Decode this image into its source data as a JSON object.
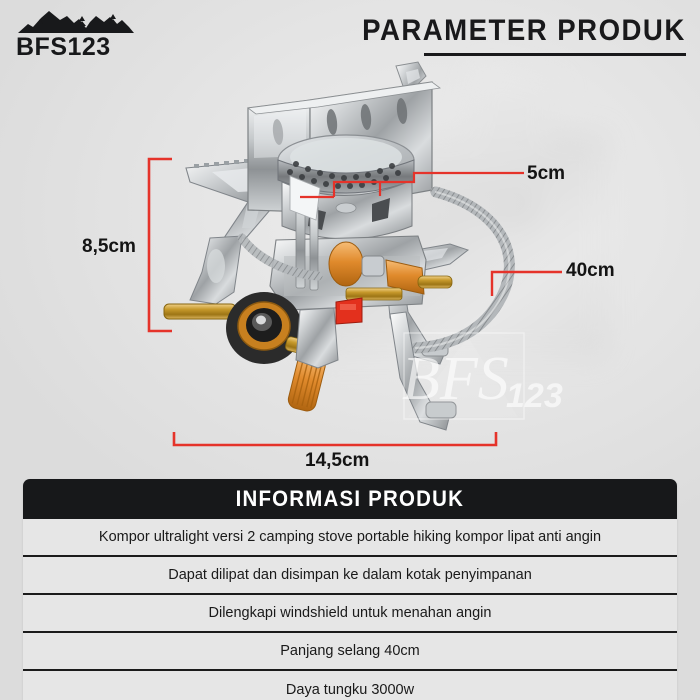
{
  "brand": {
    "name": "BFS123",
    "logo_icon": "mountain-range-icon"
  },
  "header": {
    "title": "PARAMETER PRODUK"
  },
  "watermark": {
    "text": "BFS123"
  },
  "product_photo": {
    "alt": "Stainless steel folding camping gas stove with windshield, braided hose and regulator",
    "colors": {
      "steel_light": "#f2f2f2",
      "steel_mid": "#b9bcbe",
      "steel_dark": "#6e7275",
      "brass": "#c8881f",
      "orange": "#e08a2c",
      "red_button": "#e3301d",
      "black_rubber": "#2b2b2b"
    }
  },
  "dimensions": {
    "accent_color": "#e5332a",
    "items": [
      {
        "id": "height",
        "label": "8,5cm",
        "orientation": "vertical",
        "target": "stove-overall-height"
      },
      {
        "id": "burner",
        "label": "5cm",
        "orientation": "horizontal",
        "target": "burner-head-width"
      },
      {
        "id": "hose",
        "label": "40cm",
        "orientation": "leader",
        "target": "gas-hose-length"
      },
      {
        "id": "width",
        "label": "14,5cm",
        "orientation": "horizontal",
        "target": "stove-overall-width"
      }
    ]
  },
  "info_panel": {
    "title": "INFORMASI PRODUK",
    "header_bg": "#17181a",
    "rows": [
      "Kompor ultralight versi 2 camping stove portable hiking kompor lipat anti angin",
      "Dapat dilipat dan disimpan ke dalam kotak penyimpanan",
      "Dilengkapi windshield untuk menahan angin",
      "Panjang selang 40cm",
      "Daya tungku 3000w"
    ]
  }
}
